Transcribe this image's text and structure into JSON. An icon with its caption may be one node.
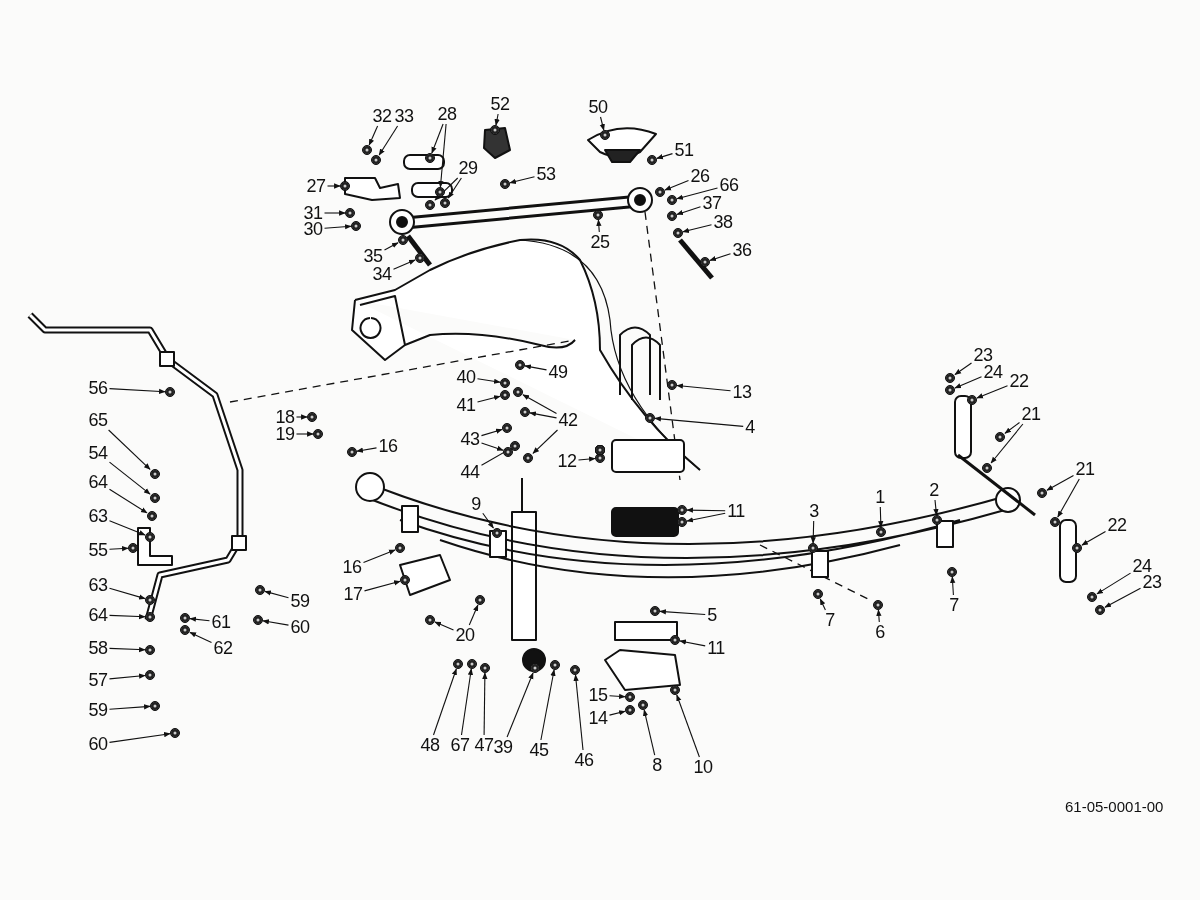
{
  "diagram": {
    "nodes": [
      {
        "text": [
          "32"
        ]
      },
      {
        "text": [
          "33"
        ]
      },
      {
        "text": [
          "28"
        ]
      },
      {
        "text": [
          "52"
        ]
      },
      {
        "text": [
          "50"
        ]
      },
      {
        "text": [
          "27"
        ]
      },
      {
        "text": [
          "29"
        ]
      },
      {
        "text": [
          "53"
        ]
      },
      {
        "text": [
          "51"
        ]
      },
      {
        "text": [
          "26"
        ]
      },
      {
        "text": [
          "66"
        ]
      },
      {
        "text": [
          "31"
        ]
      },
      {
        "text": [
          "30"
        ]
      },
      {
        "text": [
          "37"
        ]
      },
      {
        "text": [
          "38"
        ]
      },
      {
        "text": [
          "25"
        ]
      },
      {
        "text": [
          "35"
        ]
      },
      {
        "text": [
          "36"
        ]
      },
      {
        "text": [
          "34"
        ]
      },
      {
        "text": [
          "56"
        ]
      },
      {
        "text": [
          "23"
        ]
      },
      {
        "text": [
          "24"
        ]
      },
      {
        "text": [
          "40"
        ]
      },
      {
        "text": [
          "49"
        ]
      },
      {
        "text": [
          "13"
        ]
      },
      {
        "text": [
          "22"
        ]
      },
      {
        "text": [
          "41"
        ]
      },
      {
        "text": [
          "21"
        ]
      },
      {
        "text": [
          "18"
        ]
      },
      {
        "text": [
          "65"
        ]
      },
      {
        "text": [
          "42"
        ]
      },
      {
        "text": [
          "4"
        ]
      },
      {
        "text": [
          "19"
        ]
      },
      {
        "text": [
          "43"
        ]
      },
      {
        "text": [
          "16"
        ]
      },
      {
        "text": [
          "54"
        ]
      },
      {
        "text": [
          "12"
        ]
      },
      {
        "text": [
          "21"
        ]
      },
      {
        "text": [
          "44"
        ]
      },
      {
        "text": [
          "64"
        ]
      },
      {
        "text": [
          "1"
        ]
      },
      {
        "text": [
          "2"
        ]
      },
      {
        "text": [
          "9"
        ]
      },
      {
        "text": [
          "11"
        ]
      },
      {
        "text": [
          "3"
        ]
      },
      {
        "text": [
          "63"
        ]
      },
      {
        "text": [
          "22"
        ]
      },
      {
        "text": [
          "55"
        ]
      },
      {
        "text": [
          "16"
        ]
      },
      {
        "text": [
          "24"
        ]
      },
      {
        "text": [
          "23"
        ]
      },
      {
        "text": [
          "63"
        ]
      },
      {
        "text": [
          "17"
        ]
      },
      {
        "text": [
          "59"
        ]
      },
      {
        "text": [
          "7"
        ]
      },
      {
        "text": [
          "5"
        ]
      },
      {
        "text": [
          "7"
        ]
      },
      {
        "text": [
          "64"
        ]
      },
      {
        "text": [
          "61"
        ]
      },
      {
        "text": [
          "60"
        ]
      },
      {
        "text": [
          "6"
        ]
      },
      {
        "text": [
          "20"
        ]
      },
      {
        "text": [
          "62"
        ]
      },
      {
        "text": [
          "58"
        ]
      },
      {
        "text": [
          "11"
        ]
      },
      {
        "text": [
          "57"
        ]
      },
      {
        "text": [
          "15"
        ]
      },
      {
        "text": [
          "59"
        ]
      },
      {
        "text": [
          "14"
        ]
      },
      {
        "text": [
          "60"
        ]
      },
      {
        "text": [
          "48"
        ]
      },
      {
        "text": [
          "67"
        ]
      },
      {
        "text": [
          "47"
        ]
      },
      {
        "text": [
          "39"
        ]
      },
      {
        "text": [
          "45"
        ]
      },
      {
        "text": [
          "46"
        ]
      },
      {
        "text": [
          "8"
        ]
      },
      {
        "text": [
          "10"
        ]
      },
      {
        "text": [],
        "shape": "circle"
      },
      {
        "text": [],
        "shape": "circle"
      },
      {
        "text": [],
        "shape": "circle"
      },
      {
        "text": [],
        "shape": "circle"
      },
      {
        "text": [],
        "shape": "circle"
      },
      {
        "text": [],
        "shape": "circle"
      },
      {
        "text": [],
        "shape": "circle"
      },
      {
        "text": [],
        "shape": "circle"
      },
      {
        "text": [],
        "shape": "circle"
      },
      {
        "text": [],
        "shape": "circle"
      },
      {
        "text": [],
        "shape": "circle"
      },
      {
        "text": [],
        "shape": "circle"
      },
      {
        "text": [],
        "shape": "circle"
      },
      {
        "text": [],
        "shape": "circle"
      },
      {
        "text": [],
        "shape": "circle"
      },
      {
        "text": [],
        "shape": "circle"
      },
      {
        "text": [],
        "shape": "circle"
      },
      {
        "text": [],
        "shape": "circle"
      },
      {
        "text": [],
        "shape": "circle"
      },
      {
        "text": [],
        "shape": "circle"
      },
      {
        "text": [],
        "shape": "circle"
      },
      {
        "text": [],
        "shape": "circle"
      },
      {
        "text": [],
        "shape": "circle"
      },
      {
        "text": [],
        "shape": "circle"
      },
      {
        "text": [],
        "shape": "circle"
      },
      {
        "text": [],
        "shape": "circle"
      },
      {
        "text": [],
        "shape": "circle"
      },
      {
        "text": [],
        "shape": "circle"
      },
      {
        "text": [],
        "shape": "circle"
      },
      {
        "text": [],
        "shape": "circle"
      },
      {
        "text": [],
        "shape": "circle"
      },
      {
        "text": [],
        "shape": "circle"
      },
      {
        "text": [],
        "shape": "circle"
      },
      {
        "text": [],
        "shape": "circle"
      },
      {
        "text": [],
        "shape": "circle"
      },
      {
        "text": [],
        "shape": "circle"
      },
      {
        "text": [],
        "shape": "circle"
      },
      {
        "text": [],
        "shape": "circle"
      },
      {
        "text": [],
        "shape": "circle"
      },
      {
        "text": [],
        "shape": "circle"
      },
      {
        "text": [],
        "shape": "circle"
      },
      {
        "text": [],
        "shape": "circle"
      },
      {
        "text": [],
        "shape": "circle"
      },
      {
        "text": [],
        "shape": "circle"
      },
      {
        "text": [],
        "shape": "circle"
      },
      {
        "text": [],
        "shape": "circle"
      },
      {
        "text": [],
        "shape": "circle"
      },
      {
        "text": [],
        "shape": "circle"
      },
      {
        "text": [],
        "shape": "circle"
      },
      {
        "text": [],
        "shape": "circle"
      },
      {
        "text": [],
        "shape": "circle"
      },
      {
        "text": [],
        "shape": "circle"
      },
      {
        "text": [],
        "shape": "circle"
      },
      {
        "text": [],
        "shape": "circle"
      },
      {
        "text": [],
        "shape": "circle"
      },
      {
        "text": [],
        "shape": "circle"
      },
      {
        "text": [],
        "shape": "circle"
      },
      {
        "text": [],
        "shape": "circle"
      },
      {
        "text": [],
        "shape": "circle"
      },
      {
        "text": [],
        "shape": "circle"
      },
      {
        "text": [],
        "shape": "circle"
      },
      {
        "text": [],
        "shape": "circle"
      },
      {
        "text": [],
        "shape": "circle"
      },
      {
        "text": [],
        "shape": "circle"
      },
      {
        "text": [],
        "shape": "circle"
      },
      {
        "text": [],
        "shape": "circle"
      },
      {
        "text": [],
        "shape": "circle"
      },
      {
        "text": [],
        "shape": "circle"
      },
      {
        "text": [],
        "shape": "circle"
      },
      {
        "text": [],
        "shape": "circle"
      },
      {
        "text": [],
        "shape": "circle"
      },
      {
        "text": [],
        "shape": "circle"
      },
      {
        "text": [],
        "shape": "circle"
      },
      {
        "text": [],
        "shape": "circle"
      },
      {
        "text": [],
        "shape": "circle"
      },
      {
        "text": [],
        "shape": "circle"
      },
      {
        "text": [],
        "shape": "circle"
      },
      {
        "text": [],
        "shape": "circle"
      },
      {
        "text": [],
        "shape": "circle"
      },
      {
        "text": [],
        "shape": "circle"
      },
      {
        "text": [],
        "shape": "circle"
      },
      {
        "text": [],
        "shape": "circle"
      },
      {
        "text": [],
        "shape": "circle"
      },
      {
        "text": [],
        "shape": "circle"
      },
      {
        "text": [],
        "shape": "circle"
      },
      {
        "text": [],
        "shape": "circle"
      },
      {
        "text": [],
        "shape": "circle"
      },
      {
        "text": [],
        "shape": "circle"
      },
      {
        "text": [],
        "shape": "circle"
      },
      {
        "text": [],
        "shape": "circle"
      },
      {
        "text": [],
        "shape": "circle"
      },
      {
        "text": [],
        "shape": "circle"
      },
      {
        "text": [],
        "shape": "circle"
      },
      {
        "text": [],
        "shape": "circle"
      },
      {
        "text": [],
        "shape": "circle"
      },
      {
        "text": [],
        "shape": "circle"
      },
      {
        "text": [],
        "shape": "circle"
      }
    ],
    "edges": [
      {
        "from": 0,
        "to": 78,
        "arrow": "to"
      },
      {
        "from": 1,
        "to": 79,
        "arrow": "to"
      },
      {
        "from": 2,
        "to": 80,
        "arrow": "to"
      },
      {
        "from": 2,
        "to": 81,
        "arrow": "to"
      },
      {
        "from": 3,
        "to": 82,
        "arrow": "to"
      },
      {
        "from": 4,
        "to": 83,
        "arrow": "to"
      },
      {
        "from": 5,
        "to": 84,
        "arrow": "to"
      },
      {
        "from": 6,
        "to": 85,
        "arrow": "to"
      },
      {
        "from": 6,
        "to": 86,
        "arrow": "to"
      },
      {
        "from": 7,
        "to": 87,
        "arrow": "to"
      },
      {
        "from": 8,
        "to": 88,
        "arrow": "to"
      },
      {
        "from": 9,
        "to": 89,
        "arrow": "to"
      },
      {
        "from": 10,
        "to": 90,
        "arrow": "to"
      },
      {
        "from": 11,
        "to": 91,
        "arrow": "to"
      },
      {
        "from": 12,
        "to": 92,
        "arrow": "to"
      },
      {
        "from": 13,
        "to": 93,
        "arrow": "to"
      },
      {
        "from": 14,
        "to": 94,
        "arrow": "to"
      },
      {
        "from": 15,
        "to": 95,
        "arrow": "to"
      },
      {
        "from": 16,
        "to": 96,
        "arrow": "to"
      },
      {
        "from": 17,
        "to": 97,
        "arrow": "to"
      },
      {
        "from": 18,
        "to": 98,
        "arrow": "to"
      },
      {
        "from": 19,
        "to": 99,
        "arrow": "to"
      },
      {
        "from": 20,
        "to": 100,
        "arrow": "to"
      },
      {
        "from": 21,
        "to": 101,
        "arrow": "to"
      },
      {
        "from": 22,
        "to": 102,
        "arrow": "to"
      },
      {
        "from": 23,
        "to": 103,
        "arrow": "to"
      },
      {
        "from": 24,
        "to": 104,
        "arrow": "to"
      },
      {
        "from": 25,
        "to": 105,
        "arrow": "to"
      },
      {
        "from": 26,
        "to": 106,
        "arrow": "to"
      },
      {
        "from": 27,
        "to": 107,
        "arrow": "to"
      },
      {
        "from": 27,
        "to": 108,
        "arrow": "to"
      },
      {
        "from": 28,
        "to": 109,
        "arrow": "to"
      },
      {
        "from": 29,
        "to": 110,
        "arrow": "to"
      },
      {
        "from": 30,
        "to": 111,
        "arrow": "to"
      },
      {
        "from": 30,
        "to": 112,
        "arrow": "to"
      },
      {
        "from": 30,
        "to": 113,
        "arrow": "to"
      },
      {
        "from": 31,
        "to": 114,
        "arrow": "to"
      },
      {
        "from": 32,
        "to": 115,
        "arrow": "to"
      },
      {
        "from": 33,
        "to": 116,
        "arrow": "to"
      },
      {
        "from": 33,
        "to": 117,
        "arrow": "to"
      },
      {
        "from": 34,
        "to": 118,
        "arrow": "to"
      },
      {
        "from": 35,
        "to": 119,
        "arrow": "to"
      },
      {
        "from": 36,
        "to": 120,
        "arrow": "to"
      },
      {
        "from": 37,
        "to": 121,
        "arrow": "to"
      },
      {
        "from": 37,
        "to": 122,
        "arrow": "to"
      },
      {
        "from": 38,
        "to": 123,
        "arrow": "to"
      },
      {
        "from": 39,
        "to": 124,
        "arrow": "to"
      },
      {
        "from": 40,
        "to": 125,
        "arrow": "to"
      },
      {
        "from": 41,
        "to": 126,
        "arrow": "to"
      },
      {
        "from": 42,
        "to": 127,
        "arrow": "to"
      },
      {
        "from": 43,
        "to": 128,
        "arrow": "to"
      },
      {
        "from": 43,
        "to": 129,
        "arrow": "to"
      },
      {
        "from": 44,
        "to": 130,
        "arrow": "to"
      },
      {
        "from": 45,
        "to": 131,
        "arrow": "to"
      },
      {
        "from": 46,
        "to": 132,
        "arrow": "to"
      },
      {
        "from": 47,
        "to": 133,
        "arrow": "to"
      },
      {
        "from": 48,
        "to": 134,
        "arrow": "to"
      },
      {
        "from": 49,
        "to": 135,
        "arrow": "to"
      },
      {
        "from": 50,
        "to": 136,
        "arrow": "to"
      },
      {
        "from": 51,
        "to": 137,
        "arrow": "to"
      },
      {
        "from": 52,
        "to": 138,
        "arrow": "to"
      },
      {
        "from": 53,
        "to": 139,
        "arrow": "to"
      },
      {
        "from": 54,
        "to": 140,
        "arrow": "to"
      },
      {
        "from": 55,
        "to": 141,
        "arrow": "to"
      },
      {
        "from": 56,
        "to": 142,
        "arrow": "to"
      },
      {
        "from": 57,
        "to": 143,
        "arrow": "to"
      },
      {
        "from": 58,
        "to": 144,
        "arrow": "to"
      },
      {
        "from": 59,
        "to": 145,
        "arrow": "to"
      },
      {
        "from": 60,
        "to": 146,
        "arrow": "to"
      },
      {
        "from": 61,
        "to": 147,
        "arrow": "to"
      },
      {
        "from": 61,
        "to": 148,
        "arrow": "to"
      },
      {
        "from": 62,
        "to": 149,
        "arrow": "to"
      },
      {
        "from": 63,
        "to": 150,
        "arrow": "to"
      },
      {
        "from": 64,
        "to": 151,
        "arrow": "to"
      },
      {
        "from": 65,
        "to": 152,
        "arrow": "to"
      },
      {
        "from": 66,
        "to": 153,
        "arrow": "to"
      },
      {
        "from": 67,
        "to": 154,
        "arrow": "to"
      },
      {
        "from": 68,
        "to": 155,
        "arrow": "to"
      },
      {
        "from": 69,
        "to": 156,
        "arrow": "to"
      },
      {
        "from": 70,
        "to": 157,
        "arrow": "to"
      },
      {
        "from": 71,
        "to": 158,
        "arrow": "to"
      },
      {
        "from": 72,
        "to": 159,
        "arrow": "to"
      },
      {
        "from": 73,
        "to": 160,
        "arrow": "to"
      },
      {
        "from": 74,
        "to": 161,
        "arrow": "to"
      },
      {
        "from": 75,
        "to": 162,
        "arrow": "to"
      },
      {
        "from": 76,
        "to": 163,
        "arrow": "to"
      },
      {
        "from": 77,
        "to": 164,
        "arrow": "to"
      }
    ],
    "labels": [
      "61-05-0001-00"
    ]
  }
}
